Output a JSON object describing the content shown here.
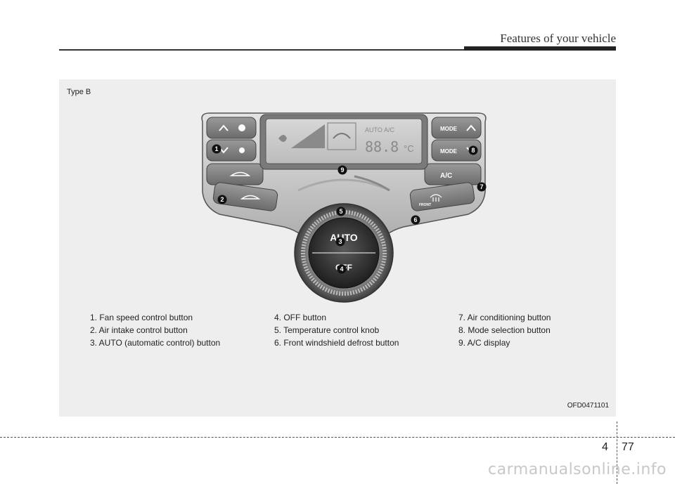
{
  "header": {
    "title": "Features of your vehicle"
  },
  "panel": {
    "type_label": "Type B",
    "figure_code": "OFD0471101",
    "controls": {
      "mode_label": "MODE",
      "ac_label": "A/C",
      "auto_label": "AUTO",
      "off_label": "OFF",
      "front_label": "FRONT",
      "display_auto": "AUTO",
      "display_ac": "A/C",
      "display_temp": "88.8",
      "display_unit": "°C"
    },
    "callouts": [
      "1",
      "2",
      "3",
      "4",
      "5",
      "6",
      "7",
      "8",
      "9"
    ],
    "legend": {
      "col1": [
        "1. Fan speed control button",
        "2. Air intake control button",
        "3. AUTO (automatic control) button"
      ],
      "col2": [
        "4. OFF button",
        "5. Temperature control knob",
        "6. Front windshield defrost button"
      ],
      "col3": [
        "7. Air conditioning button",
        "8. Mode selection button",
        "9. A/C display"
      ]
    }
  },
  "footer": {
    "chapter": "4",
    "page": "77"
  },
  "watermark": "carmanualsonline.info"
}
